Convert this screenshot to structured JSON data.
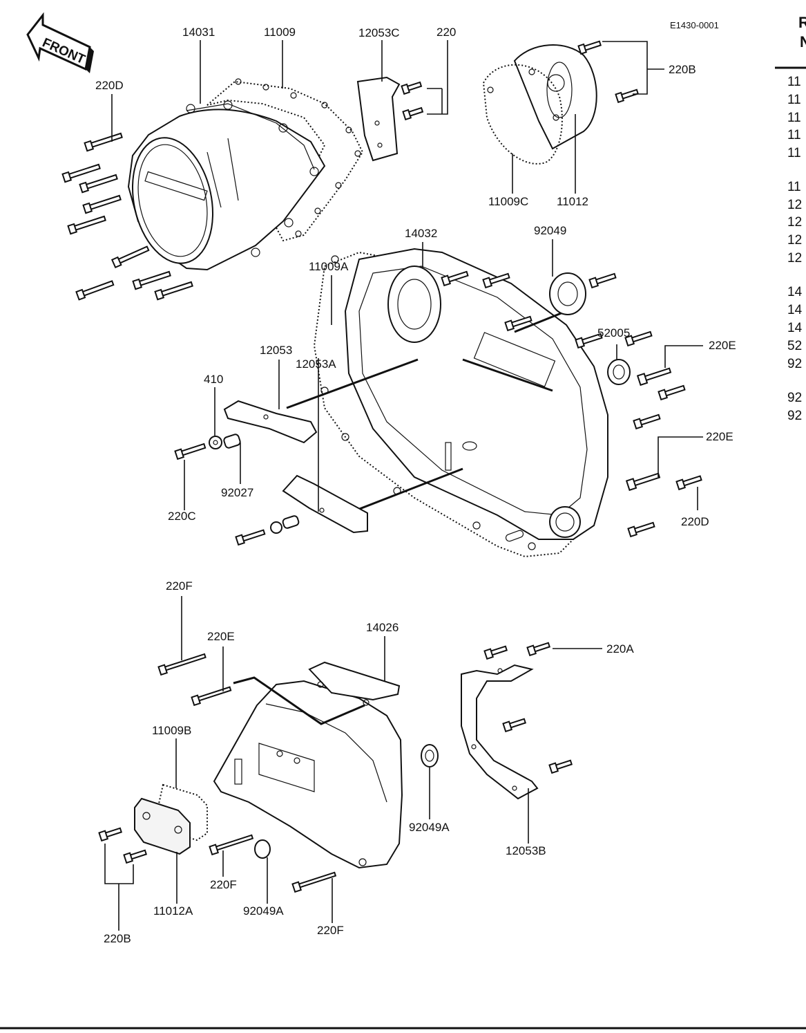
{
  "diagram_code": "E1430-0001",
  "front_label": "FRONT",
  "table_header": [
    "R",
    "N"
  ],
  "table_rows": [
    "11",
    "11",
    "11",
    "11",
    "11",
    "11",
    "12",
    "12",
    "12",
    "12",
    "14",
    "14",
    "14",
    "52",
    "92",
    "92",
    "92"
  ],
  "labels": {
    "l14031": "14031",
    "l11009": "11009",
    "l12053C": "12053C",
    "l220": "220",
    "l220B_top": "220B",
    "l220D_top": "220D",
    "l11009C": "11009C",
    "l11012": "11012",
    "l14032": "14032",
    "l92049": "92049",
    "l11009A": "11009A",
    "l52005": "52005",
    "l220E_a": "220E",
    "l12053": "12053",
    "l410": "410",
    "l220E_b": "220E",
    "l220D_right": "220D",
    "l92027": "92027",
    "l220C": "220C",
    "l12053A": "12053A",
    "l220F_top": "220F",
    "l220E_c": "220E",
    "l14026": "14026",
    "l220A": "220A",
    "l11009B": "11009B",
    "l92049A_right": "92049A",
    "l12053B": "12053B",
    "l220F_mid": "220F",
    "l11012A": "11012A",
    "l92049A_bottom": "92049A",
    "l220F_bottom": "220F",
    "l220B_bottom": "220B"
  }
}
